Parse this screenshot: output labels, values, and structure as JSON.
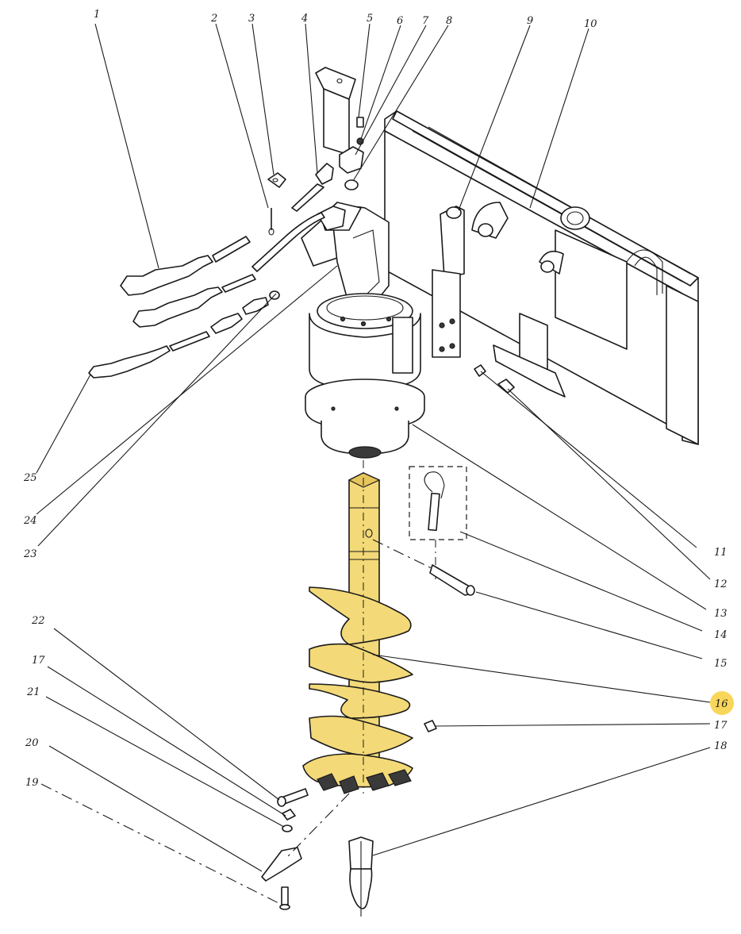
{
  "figure": {
    "labels": [
      "1",
      "2",
      "3",
      "4",
      "5",
      "6",
      "7",
      "8",
      "9",
      "10",
      "11",
      "12",
      "13",
      "14",
      "15",
      "16",
      "17",
      "18",
      "19",
      "20",
      "21",
      "22",
      "17",
      "23",
      "24",
      "25"
    ]
  },
  "colors": {
    "highlight_auger": "#f3d978",
    "highlight_label": "#f7d65a",
    "ink": "#1a1a1a",
    "background": "#ffffff"
  }
}
